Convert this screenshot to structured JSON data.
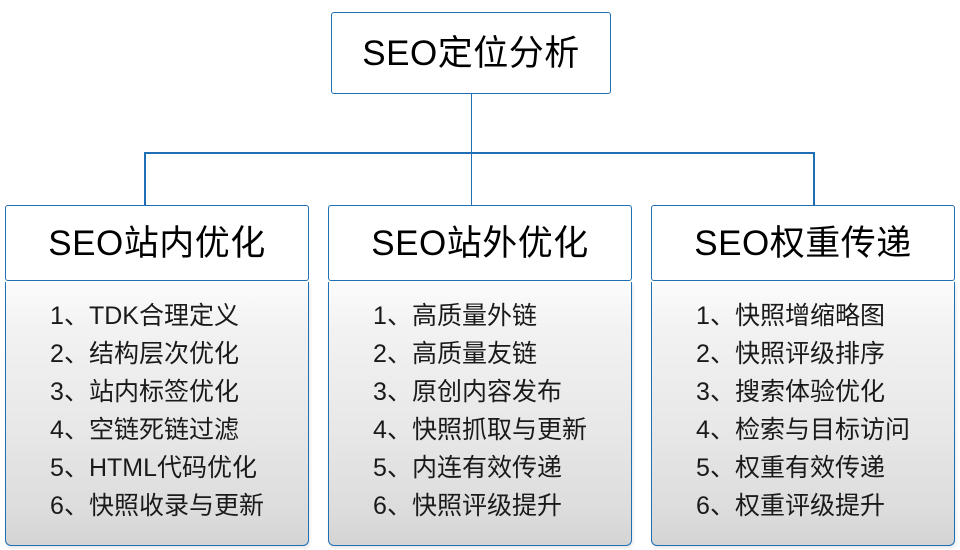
{
  "diagram": {
    "title": "SEO定位分析",
    "accent_color": "#1F6FB5",
    "root": {
      "label": "SEO定位分析"
    },
    "branches": [
      {
        "header": "SEO站内优化",
        "items": [
          "1、TDK合理定义",
          "2、结构层次优化",
          "3、站内标签优化",
          "4、空链死链过滤",
          "5、HTML代码优化",
          "6、快照收录与更新"
        ]
      },
      {
        "header": "SEO站外优化",
        "items": [
          "1、高质量外链",
          "2、高质量友链",
          "3、原创内容发布",
          "4、快照抓取与更新",
          "5、内连有效传递",
          "6、快照评级提升"
        ]
      },
      {
        "header": "SEO权重传递",
        "items": [
          "1、快照增缩略图",
          "2、快照评级排序",
          "3、搜索体验优化",
          "4、检索与目标访问",
          "5、权重有效传递",
          "6、权重评级提升"
        ]
      }
    ]
  }
}
